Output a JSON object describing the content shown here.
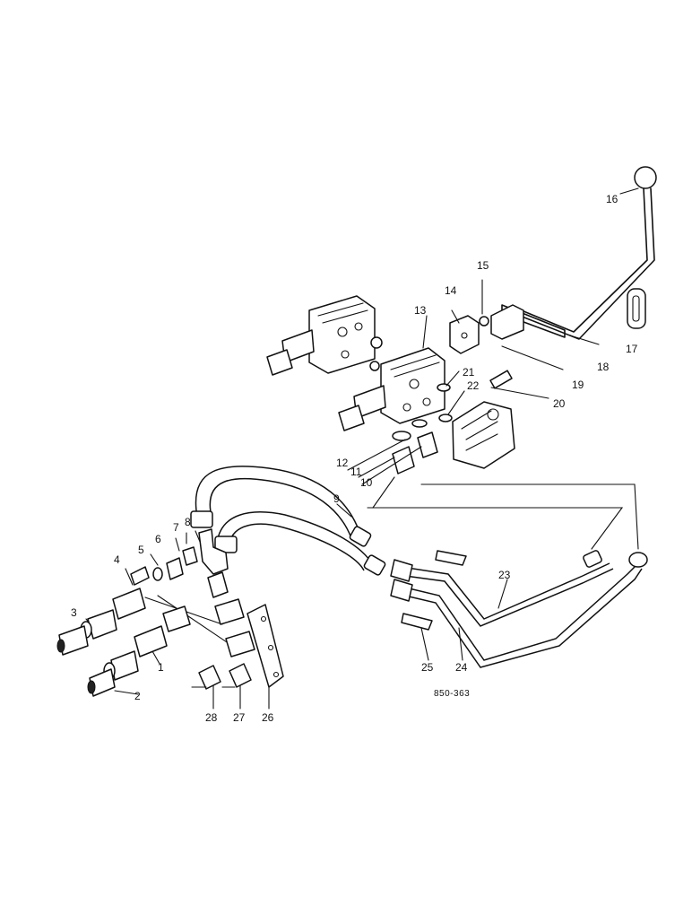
{
  "labels": {
    "l1": "1",
    "l2": "2",
    "l3": "3",
    "l4": "4",
    "l5": "5",
    "l6": "6",
    "l7": "7",
    "l8": "8",
    "l9": "9",
    "l10": "10",
    "l11": "11",
    "l12": "12",
    "l13": "13",
    "l14": "14",
    "l15": "15",
    "l16": "16",
    "l17": "17",
    "l18": "18",
    "l19": "19",
    "l20": "20",
    "l21": "21",
    "l22": "22",
    "l23": "23",
    "l24": "24",
    "l25": "25",
    "l26": "26",
    "l27": "27",
    "l28": "28"
  },
  "reference_code": "850-363"
}
